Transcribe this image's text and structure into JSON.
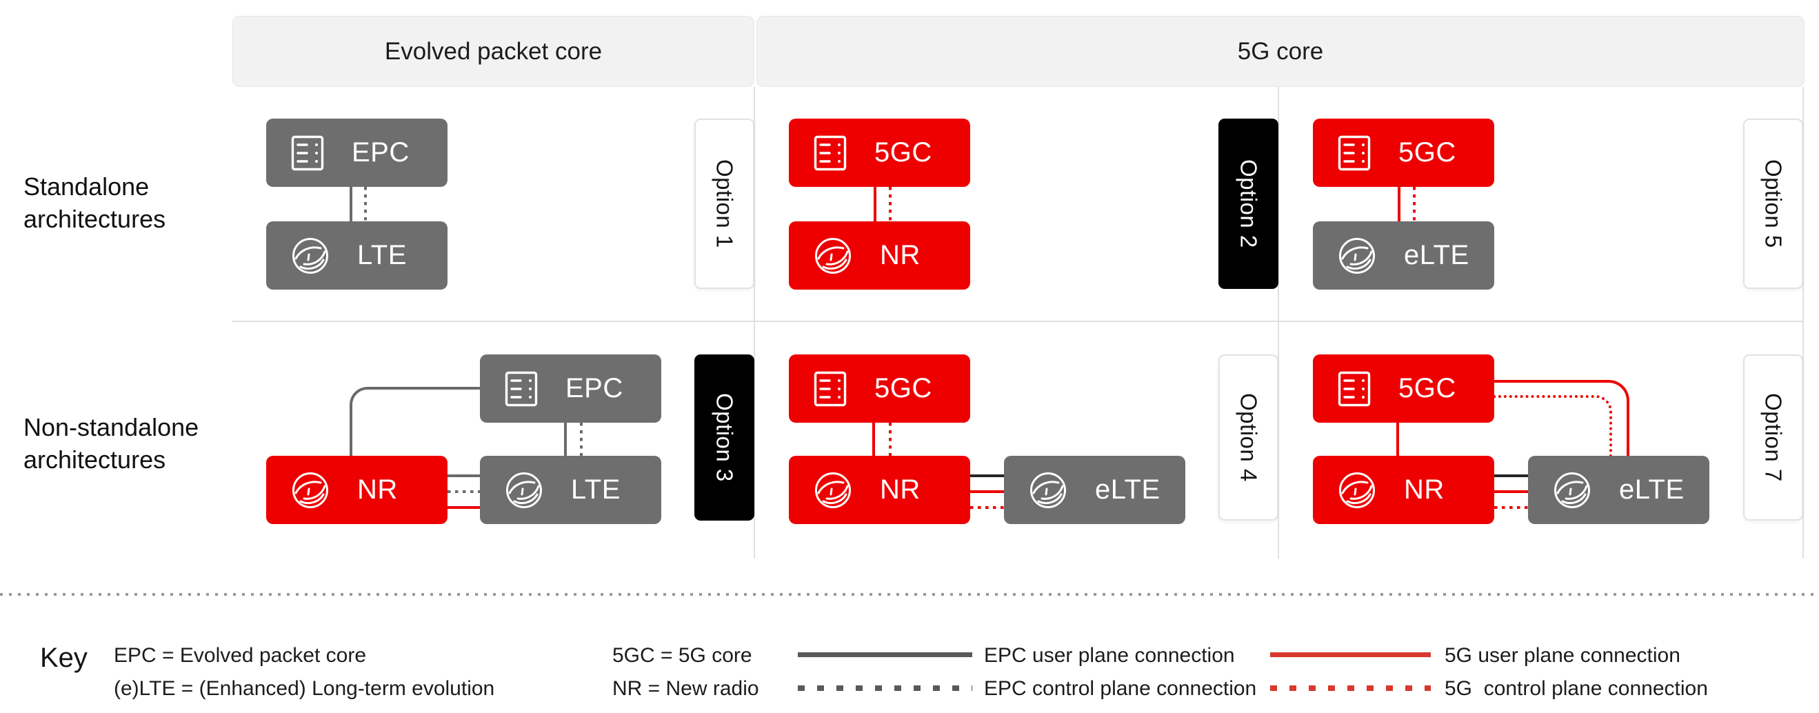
{
  "headers": {
    "epc": "Evolved packet core",
    "fiveg": "5G core"
  },
  "row_labels": {
    "standalone_line1": "Standalone",
    "standalone_line2": "architectures",
    "nonstandalone_line1": "Non-standalone",
    "nonstandalone_line2": "architectures"
  },
  "options": {
    "opt1": "Option 1",
    "opt2": "Option 2",
    "opt5": "Option 5",
    "opt3": "Option 3",
    "opt4": "Option 4",
    "opt7": "Option 7"
  },
  "boxes": {
    "sa_epc": "EPC",
    "sa_lte": "LTE",
    "sa2_5gc": "5GC",
    "sa2_nr": "NR",
    "sa5_5gc": "5GC",
    "sa5_elte": "eLTE",
    "ns3_nr": "NR",
    "ns3_epc": "EPC",
    "ns3_lte": "LTE",
    "ns4_5gc": "5GC",
    "ns4_nr": "NR",
    "ns4_elte": "eLTE",
    "ns7_5gc": "5GC",
    "ns7_nr": "NR",
    "ns7_elte": "eLTE"
  },
  "key": {
    "title": "Key",
    "definitions": {
      "epc": "EPC = Evolved packet core",
      "elte": "(e)LTE = (Enhanced) Long-term evolution",
      "fivegc": "5GC = 5G core",
      "nr": "NR = New radio"
    },
    "legend": {
      "epc_user": "EPC user plane connection",
      "epc_control": "EPC control plane connection",
      "fiveg_user": "5G user plane connection",
      "fiveg_control": "5G  control plane connection"
    }
  },
  "colors": {
    "box_red": "#ee0000",
    "box_gray": "#6e6e6e",
    "epc_line_gray": "#6a6a6a",
    "epc_user_dark": "#262626",
    "fiveg_line_red": "#ee0000",
    "legend_gray": "#595959",
    "legend_red": "#d9382d",
    "header_bg": "#f2f2f2",
    "grid_line": "#e0e0e0",
    "tab_black": "#000000"
  },
  "icons": {
    "core": "core-server-icon",
    "ran": "globe-network-icon"
  }
}
